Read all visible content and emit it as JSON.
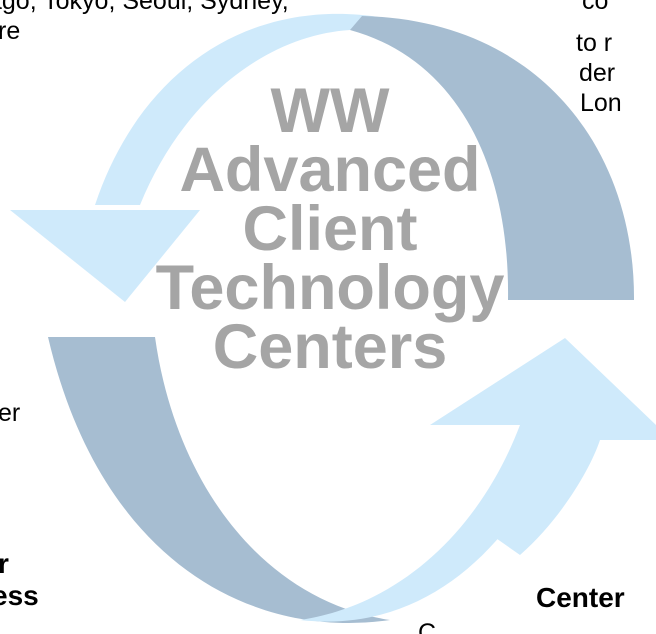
{
  "colors": {
    "arrow_light": "#cfeafb",
    "arrow_dark": "#a6bdd1",
    "title_gray": "#a5a5a5",
    "text": "#000000"
  },
  "center_title": {
    "lines": [
      "WW",
      "Advanced",
      "Client",
      "Technology",
      "Centers"
    ]
  },
  "text_fragments": {
    "top_left_line1": "ago, Tokyo, Seoul, Sydney,",
    "top_left_line2": "re",
    "top_right_line1": "co",
    "top_right_line2": "to r",
    "top_right_line3": "der",
    "top_right_line4": "Lon",
    "left_mid": "er",
    "bottom_left_line1": "r",
    "bottom_left_line2": "ess",
    "bottom_right_line1": "Center",
    "bottom_right_line2": "C"
  }
}
